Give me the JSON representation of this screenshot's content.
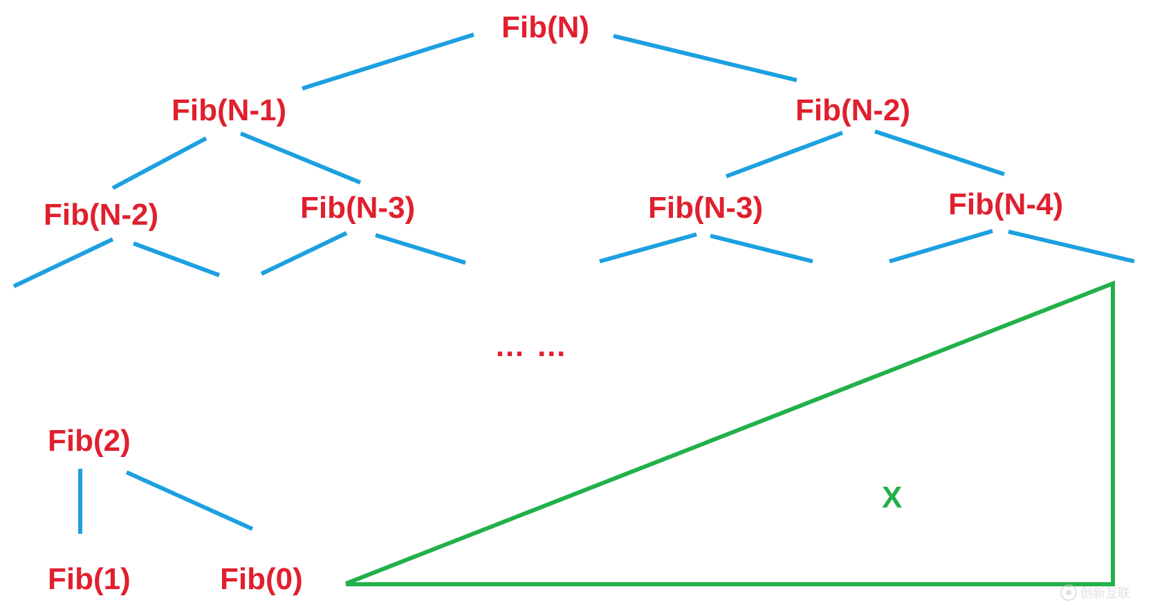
{
  "colors": {
    "node_text": "#e0202e",
    "edge": "#1da0e0",
    "triangle": "#22b04a",
    "background": "#ffffff",
    "watermark": "#c8c8c8"
  },
  "nodes": {
    "root": "Fib(N)",
    "l1_left": "Fib(N-1)",
    "l1_right": "Fib(N-2)",
    "l2_a": "Fib(N-2)",
    "l2_b": "Fib(N-3)",
    "l2_c": "Fib(N-3)",
    "l2_d": "Fib(N-4)",
    "fib2": "Fib(2)",
    "fib1": "Fib(1)",
    "fib0": "Fib(0)"
  },
  "ellipsis": "… …",
  "triangle_label": "X",
  "watermark": {
    "text": "创新互联",
    "icon": "logo-circle-icon"
  }
}
